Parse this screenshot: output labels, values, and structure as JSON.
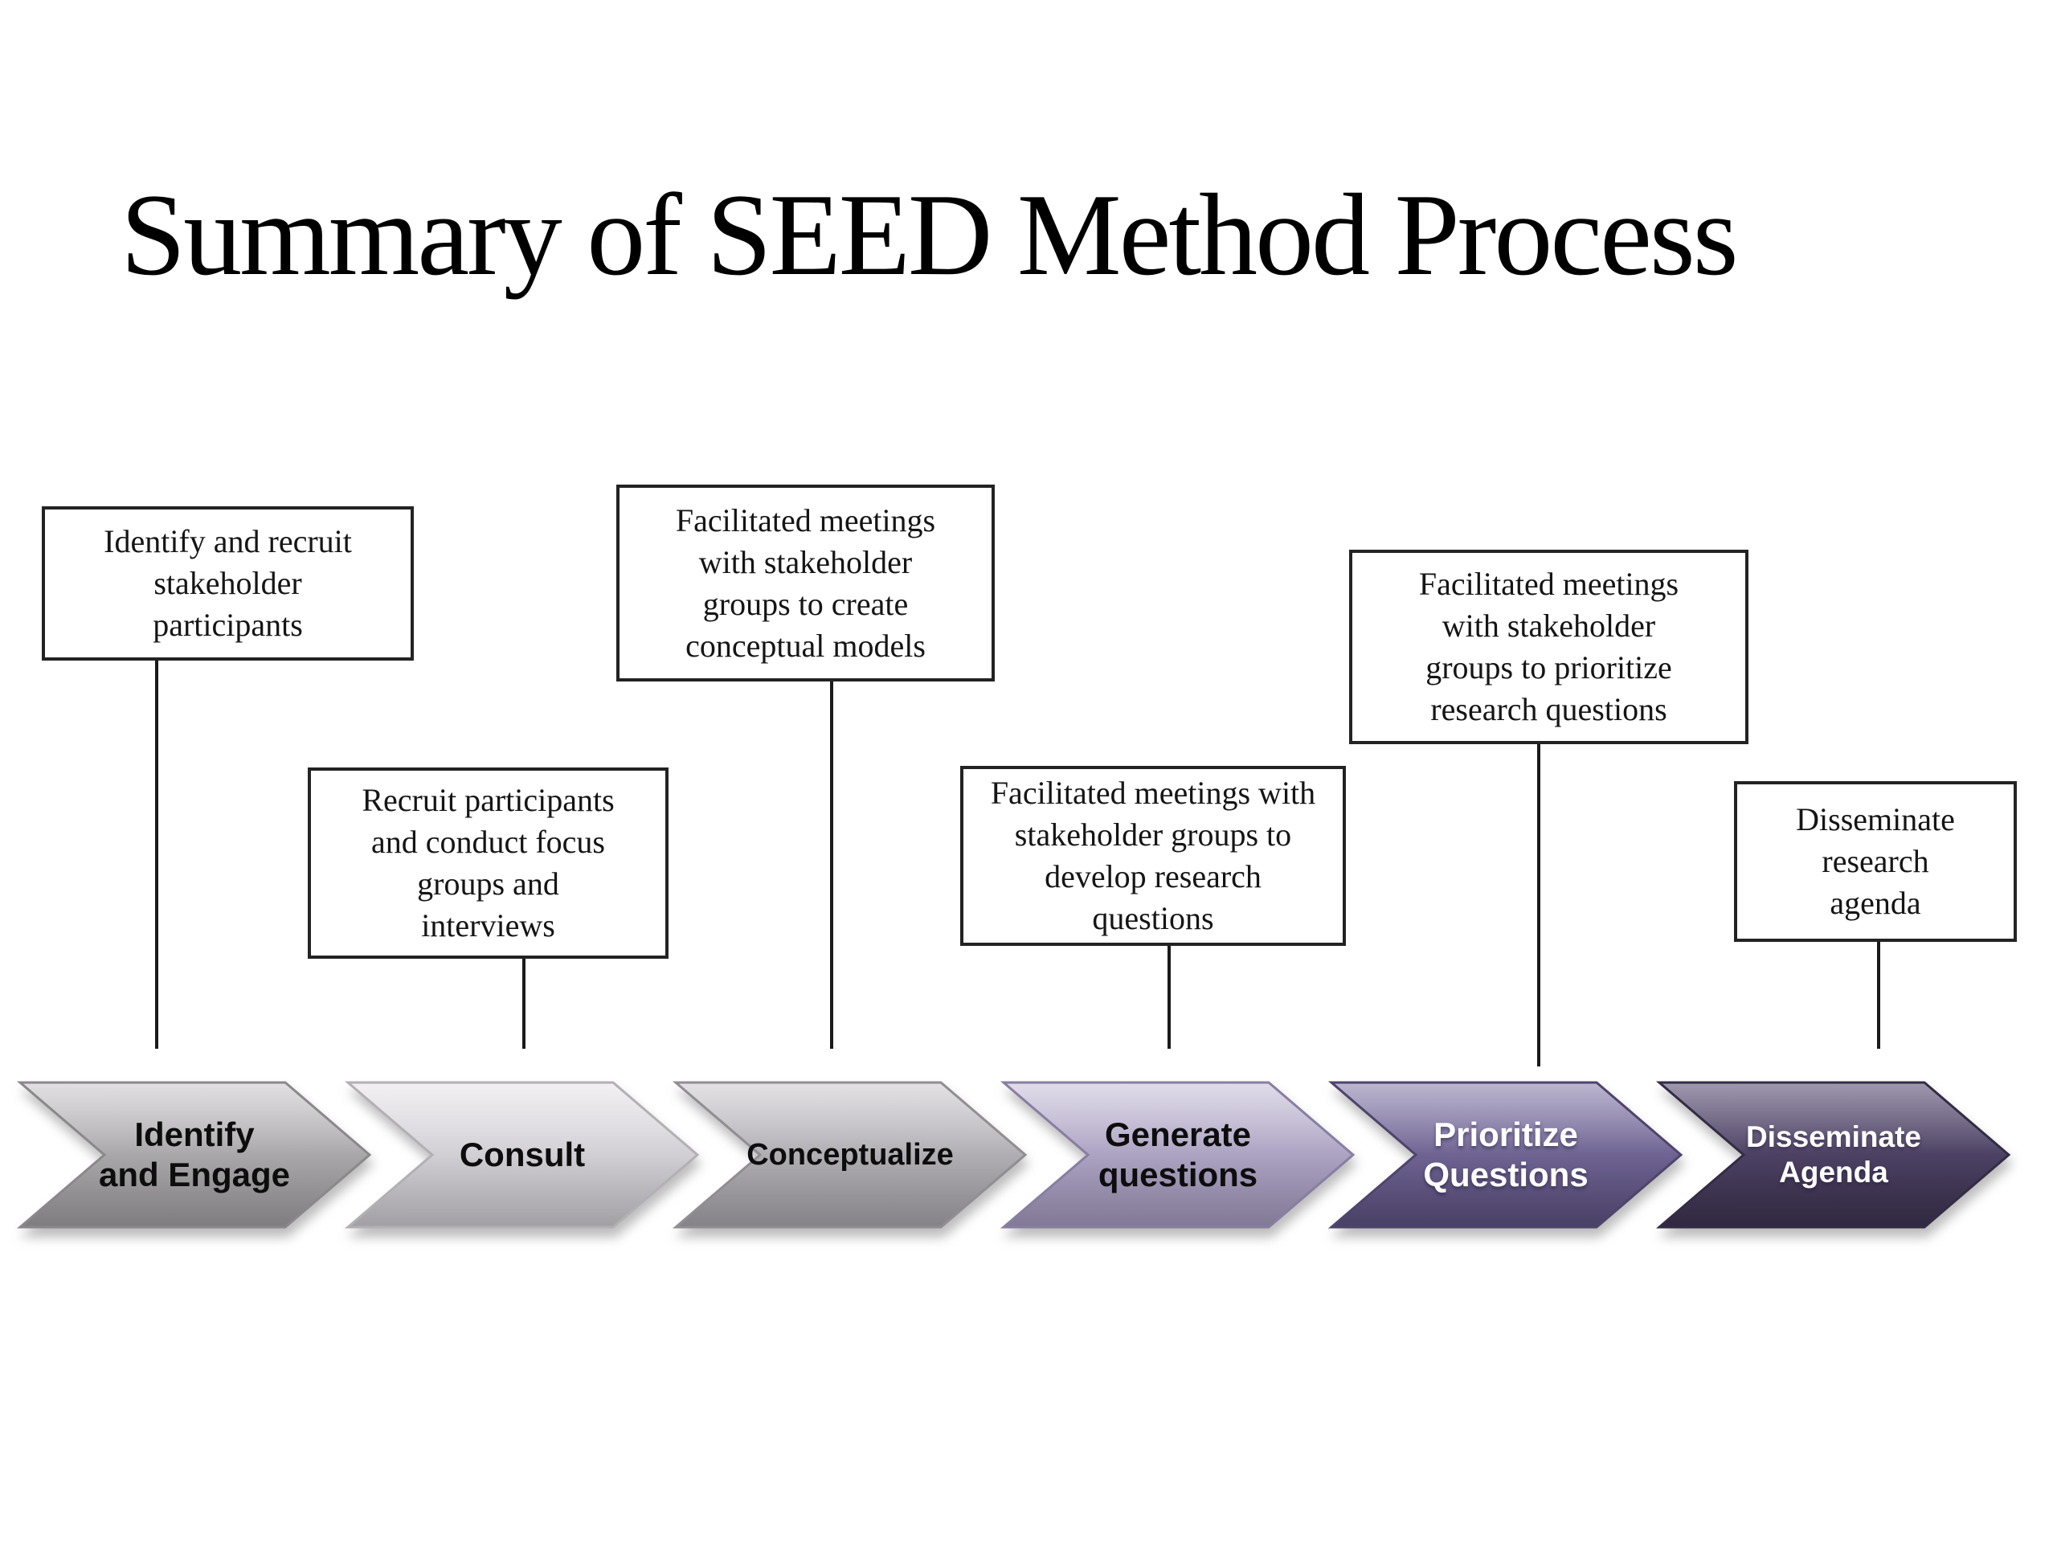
{
  "title": "Summary of SEED Method Process",
  "steps": [
    {
      "label": "Identify\nand Engage",
      "description": "Identify and recruit\nstakeholder\nparticipants",
      "colors": {
        "light": "#c3c0c3",
        "base": "#aaa7aa",
        "dark": "#979497",
        "edge": "#8b888b",
        "label": "#0d0d0d"
      }
    },
    {
      "label": "Consult",
      "description": "Recruit participants\nand conduct focus\ngroups and\ninterviews",
      "colors": {
        "light": "#e3e0e5",
        "base": "#d2cfd4",
        "dark": "#c1bec3",
        "edge": "#b3b0b5",
        "label": "#0d0d0d"
      }
    },
    {
      "label": "Conceptualize",
      "description": "Facilitated meetings\nwith stakeholder\ngroups to create\nconceptual models",
      "colors": {
        "light": "#c6c3c8",
        "base": "#b1aeb3",
        "dark": "#9e9ba0",
        "edge": "#918e93",
        "label": "#0d0d0d"
      }
    },
    {
      "label": "Generate\nquestions",
      "description": "Facilitated meetings with\nstakeholder groups to\ndevelop research\nquestions",
      "colors": {
        "light": "#c1b9d3",
        "base": "#aca2c2",
        "dark": "#998fb1",
        "edge": "#887ea2",
        "label": "#0d0d0d"
      }
    },
    {
      "label": "Prioritize\nQuestions",
      "description": "Facilitated meetings\nwith stakeholder\ngroups to prioritize\nresearch questions",
      "colors": {
        "light": "#867ba9",
        "base": "#6e6392",
        "dark": "#5b507e",
        "edge": "#4e446c",
        "label": "#ffffff"
      }
    },
    {
      "label": "Disseminate\nAgenda",
      "description": "Disseminate\nresearch\nagenda",
      "colors": {
        "light": "#5f5478",
        "base": "#4c4163",
        "dark": "#3e3452",
        "edge": "#342b45",
        "label": "#ffffff"
      }
    }
  ]
}
